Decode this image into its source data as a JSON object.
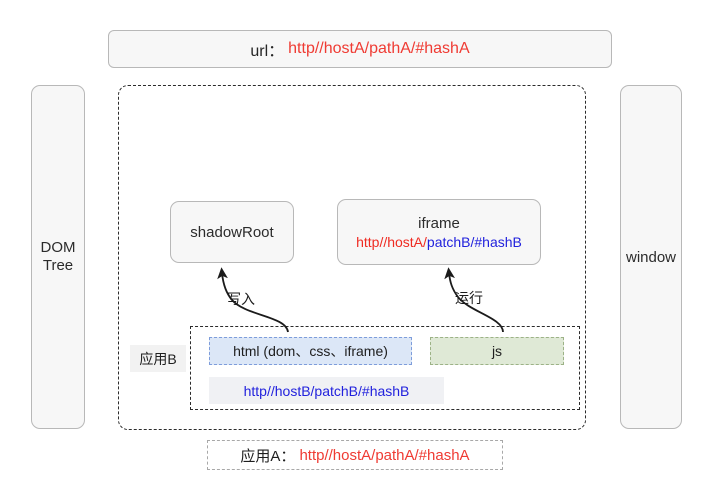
{
  "url_bar": {
    "label": "url：",
    "value": "http//hostA/pathA/#hashA"
  },
  "dom_tree": {
    "line1": "DOM",
    "line2": "Tree"
  },
  "window": {
    "label": "window"
  },
  "shadow_root": {
    "label": "shadowRoot"
  },
  "iframe": {
    "title": "iframe",
    "url_red": "http//hostA/",
    "url_blue": "patchB/#hashB"
  },
  "app_b": {
    "tag": "应用B",
    "html_box": "html (dom、css、iframe)",
    "js_box": "js",
    "url": "http//hostB/patchB/#hashB"
  },
  "arrows": {
    "write_label": "写入",
    "run_label": "运行"
  },
  "app_a_caption": {
    "label": "应用A：",
    "value": "http//hostA/pathA/#hashA"
  },
  "colors": {
    "red": "#ef3b33",
    "blue": "#2222dd",
    "html_fill": "#dce7f7",
    "html_border": "#7e9ddb",
    "js_fill": "#dfe9d6",
    "js_border": "#9cb286",
    "box_fill": "#f7f7f7",
    "box_border": "#b8b8b8",
    "dashed": "#2b2b2b"
  }
}
